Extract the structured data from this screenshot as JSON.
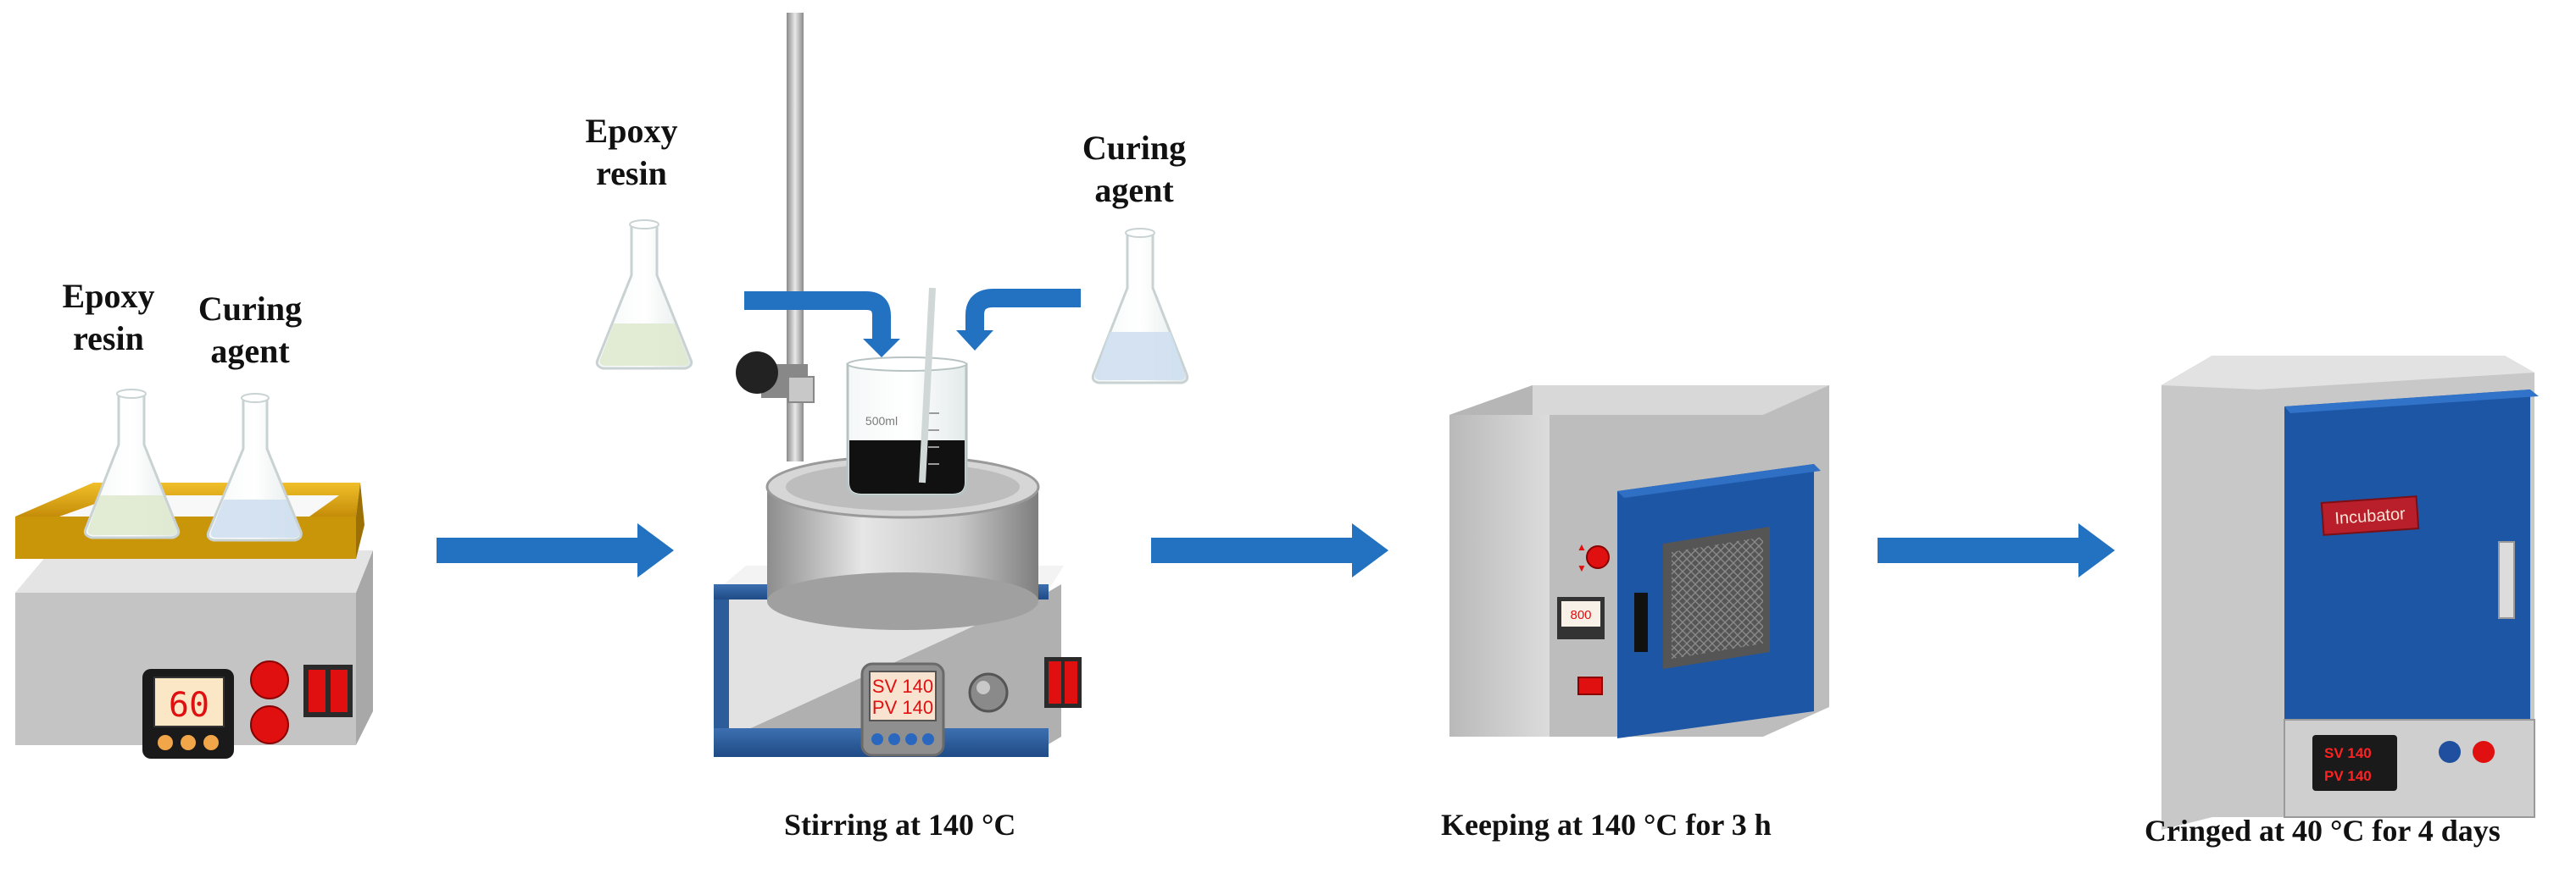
{
  "labels": {
    "step1_resin": [
      "Epoxy",
      "resin"
    ],
    "step1_agent": [
      "Curing",
      "agent"
    ],
    "step2_resin": [
      "Epoxy",
      "resin"
    ],
    "step2_agent": [
      "Curing",
      "agent"
    ]
  },
  "captions": {
    "step2": "Stirring at 140 °C",
    "step3": "Keeping at 140 °C for 3 h",
    "step4": "Cringed at 40 °C for 4 days"
  },
  "devices": {
    "hotplate_display": "60",
    "stirrer_sv": "SV 140",
    "stirrer_pv": "PV 140",
    "beaker_volume": "500ml",
    "oven_display": "800",
    "incubator_title": "Incubator",
    "incubator_sv": "SV  140",
    "incubator_pv": "PV  140"
  },
  "colors": {
    "arrow": "#2371c1",
    "hotplate_tray": "#e0a814",
    "oven_door": "#1d56a5",
    "display_red": "#e01010"
  }
}
